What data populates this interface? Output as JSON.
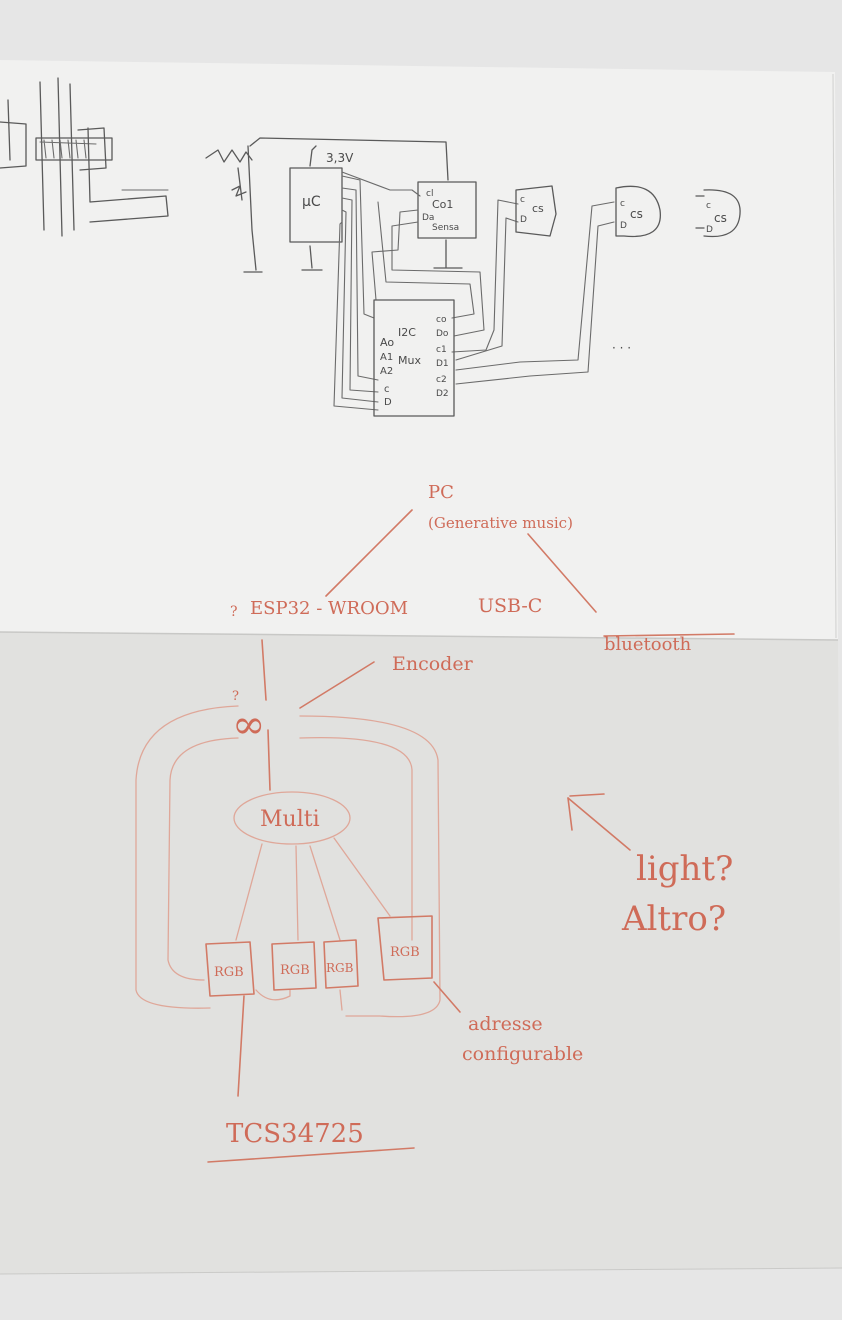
{
  "pencil_sketch": {
    "supply_label": "3,3V",
    "mcu_label": "µC",
    "sensor_pins": [
      "cl",
      "Co1",
      "Da"
    ],
    "sensor_label": "Sensa",
    "tcs_a_pins": [
      "c",
      "D"
    ],
    "tcs_a_label": "cs",
    "tcs_b_pins": [
      "c",
      "D"
    ],
    "tcs_b_label": "cs",
    "tcs_c_pins": [
      "c",
      "D"
    ],
    "tcs_c_label": "cs",
    "mux_label_1": "I2C",
    "mux_label_2": "Mux",
    "mux_left_pins": [
      "Ao",
      "A1",
      "A2",
      "c",
      "D"
    ],
    "mux_right_pins": [
      "co",
      "Do",
      "c1",
      "D1",
      "c2",
      "D2"
    ],
    "ellipsis": "· · ·"
  },
  "red_sketch": {
    "pc_label": "PC",
    "pc_sub": "(Generative music)",
    "question_1": "?",
    "esp_label": "ESP32 - WROOM",
    "usb_label": "USB-C",
    "bluetooth_label": "bluetooth",
    "encoder_label": "Encoder",
    "question_2": "?",
    "infinity": "∞",
    "multi_label": "Multi",
    "rgb_labels": [
      "RGB",
      "RGB",
      "RGB",
      "RGB"
    ],
    "light_label": "light?",
    "altro_label": "Altro?",
    "adresse_label": "adresse",
    "configurable_label": "configurable",
    "sensor_part": "TCS34725"
  }
}
